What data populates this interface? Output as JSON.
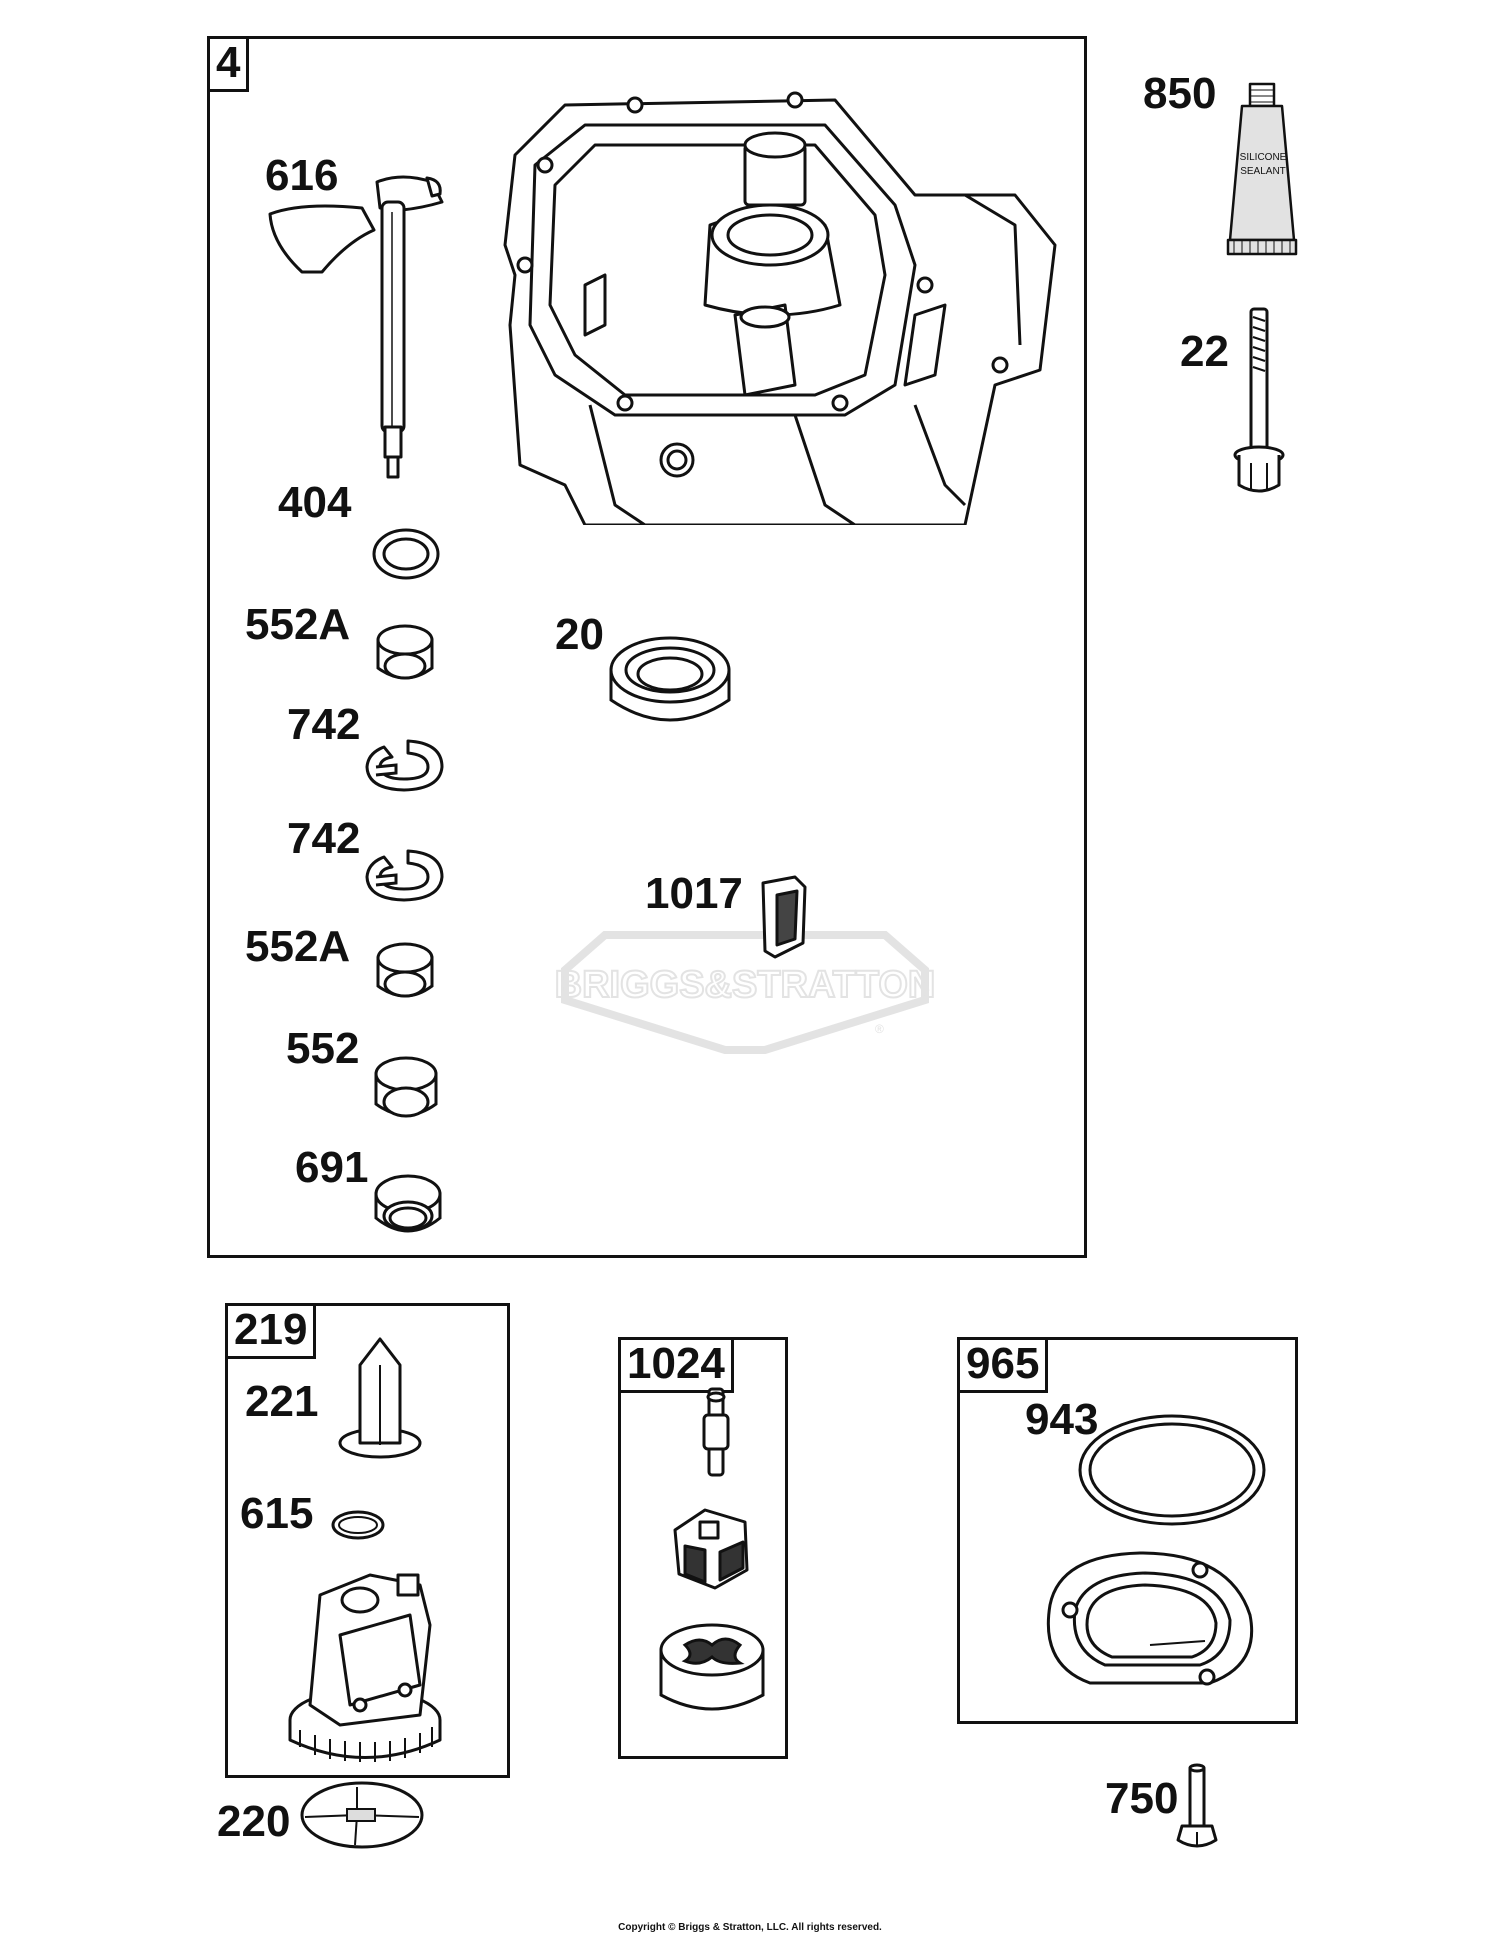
{
  "groups": {
    "g4": "4",
    "g219": "219",
    "g1024": "1024",
    "g965": "965"
  },
  "labels": {
    "p616": "616",
    "p404": "404",
    "p552a_1": "552A",
    "p742_1": "742",
    "p742_2": "742",
    "p552a_2": "552A",
    "p552": "552",
    "p691": "691",
    "p20": "20",
    "p1017": "1017",
    "p850": "850",
    "p22": "22",
    "p221": "221",
    "p615": "615",
    "p220": "220",
    "p943": "943",
    "p750": "750"
  },
  "sealant_tube": {
    "line1": "SILICONE",
    "line2": "SEALANT"
  },
  "watermark": {
    "text": "BRIGGS&STRATTON",
    "mark": "®"
  },
  "copyright": "Copyright © Briggs & Stratton, LLC. All rights reserved.",
  "colors": {
    "line": "#111111",
    "watermark": "#e3e3e3",
    "fill": "#ffffff"
  }
}
